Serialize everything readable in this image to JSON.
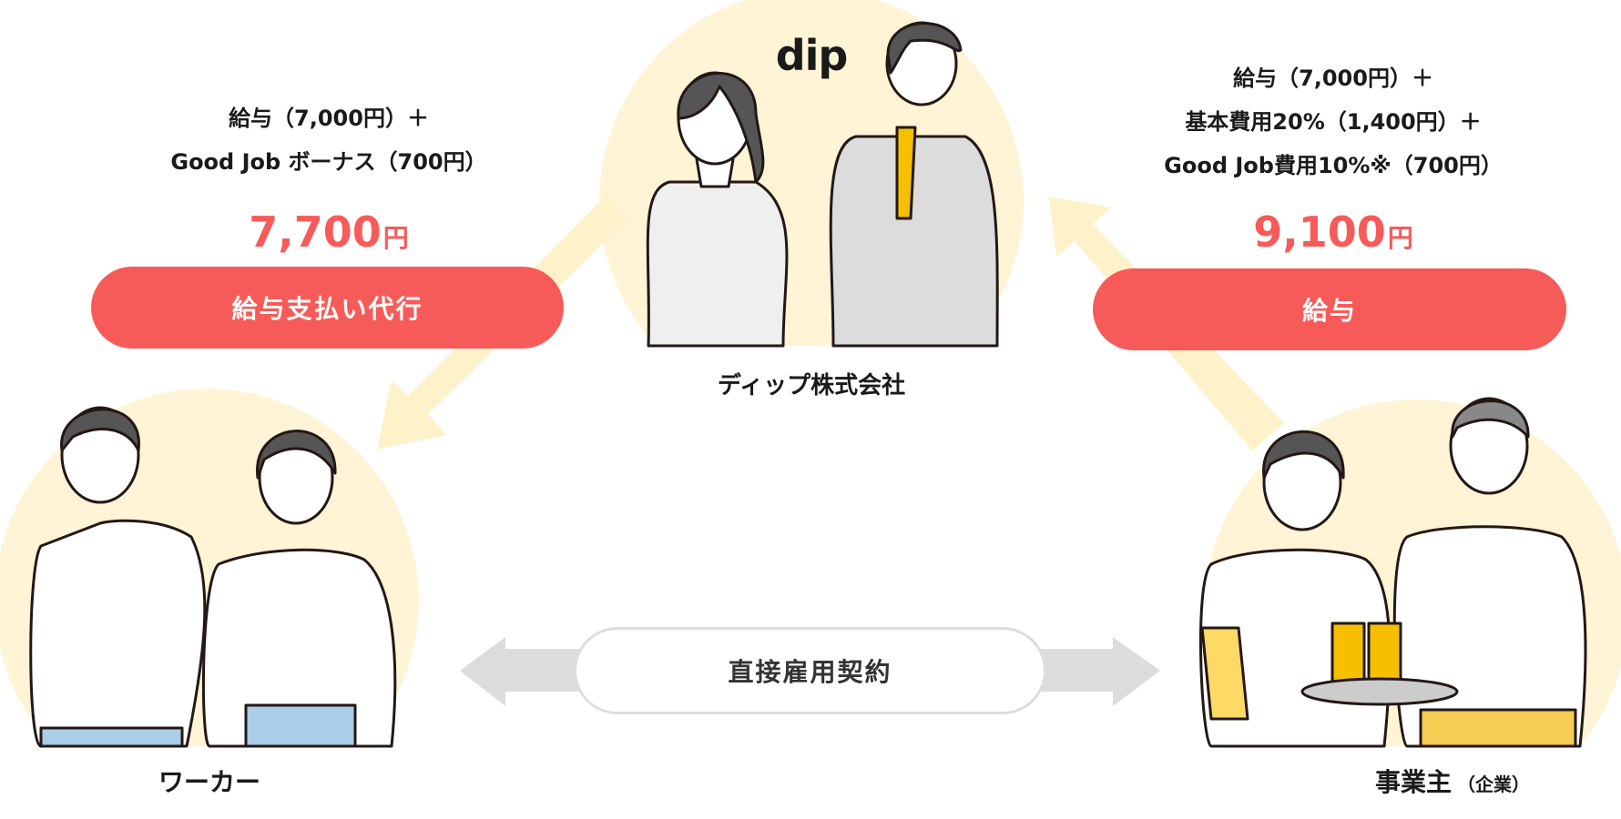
{
  "dip": {
    "logo": "dip",
    "name": "ディップ株式会社"
  },
  "worker_side": {
    "formula_lines": [
      "給与（7,000円）＋",
      "Good Job ボーナス（700円）"
    ],
    "amount": "7,700",
    "currency": "円",
    "flow_label": "給与支払い代行",
    "party_label": "ワーカー"
  },
  "employer_side": {
    "formula_lines": [
      "給与（7,000円）＋",
      "基本費用20%（1,400円）＋",
      "Good Job費用10%※（700円）"
    ],
    "amount": "9,100",
    "currency": "円",
    "flow_label": "給与",
    "party_label": "事業主",
    "party_sub": "（企業）"
  },
  "contract": {
    "label": "直接雇用契約"
  },
  "colors": {
    "accent": "#f75b59",
    "circle": "#fff4d6",
    "arrow_yellow": "#fff1c9",
    "arrow_gray": "#dcdcdc"
  }
}
